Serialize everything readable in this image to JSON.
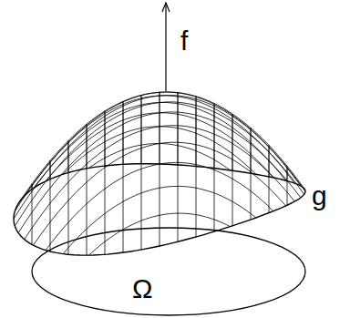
{
  "diagram": {
    "labels": [
      "f",
      "g",
      "Ω"
    ]
  }
}
